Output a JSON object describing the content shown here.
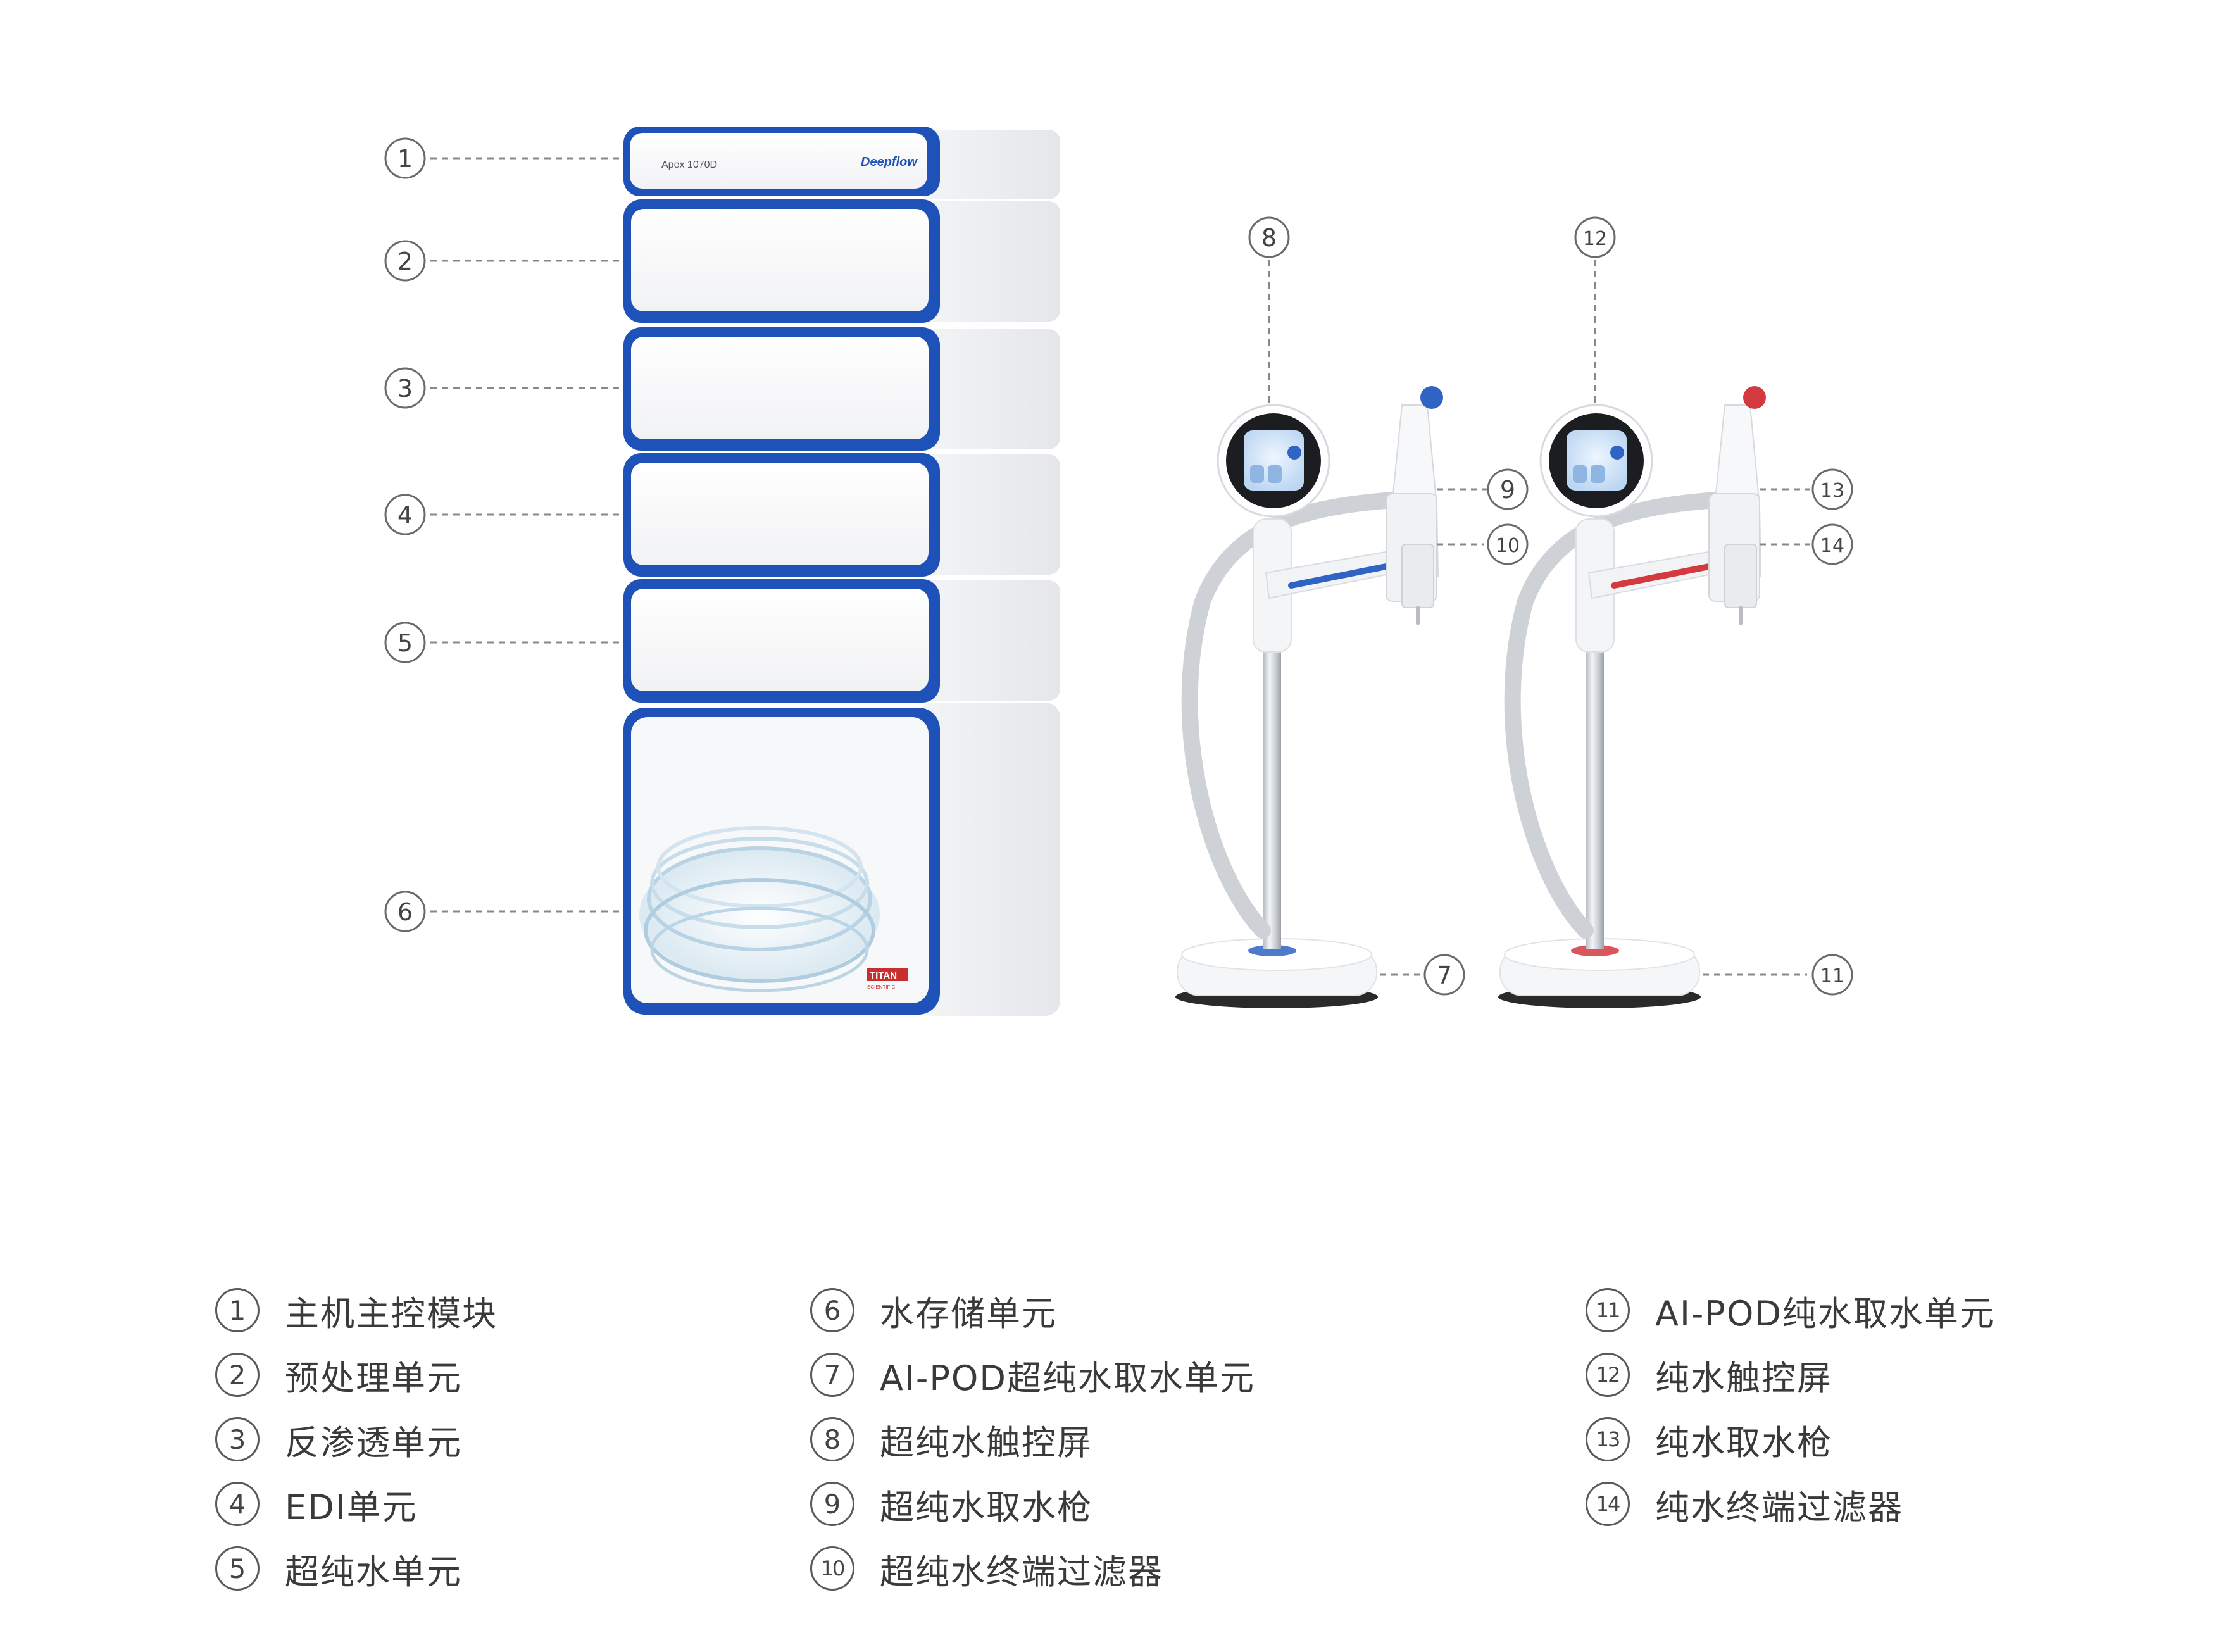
{
  "device": {
    "model_label": "Apex 1070D",
    "brand_label": "Deepflow",
    "tank_brand_line1": "TITAN",
    "tank_brand_line2": "SCIENTIFIC"
  },
  "callouts": [
    "1",
    "2",
    "3",
    "4",
    "5",
    "6",
    "7",
    "8",
    "9",
    "10",
    "11",
    "12",
    "13",
    "14"
  ],
  "legend": [
    {
      "num": "1",
      "label": "主机主控模块"
    },
    {
      "num": "2",
      "label": "预处理单元"
    },
    {
      "num": "3",
      "label": "反渗透单元"
    },
    {
      "num": "4",
      "label": "EDI单元"
    },
    {
      "num": "5",
      "label": "超纯水单元"
    },
    {
      "num": "6",
      "label": "水存储单元"
    },
    {
      "num": "7",
      "label": "AI-POD超纯水取水单元"
    },
    {
      "num": "8",
      "label": "超纯水触控屏"
    },
    {
      "num": "9",
      "label": "超纯水取水枪"
    },
    {
      "num": "10",
      "label": "超纯水终端过滤器"
    },
    {
      "num": "11",
      "label": "AI-POD纯水取水单元"
    },
    {
      "num": "12",
      "label": "纯水触控屏"
    },
    {
      "num": "13",
      "label": "纯水取水枪"
    },
    {
      "num": "14",
      "label": "纯水终端过滤器"
    }
  ],
  "colors": {
    "ultrapure_accent": "#2f63c4",
    "pure_accent": "#d23a3f",
    "frame_blue": "#1f52b8",
    "label_gray": "#4a4a4a"
  }
}
